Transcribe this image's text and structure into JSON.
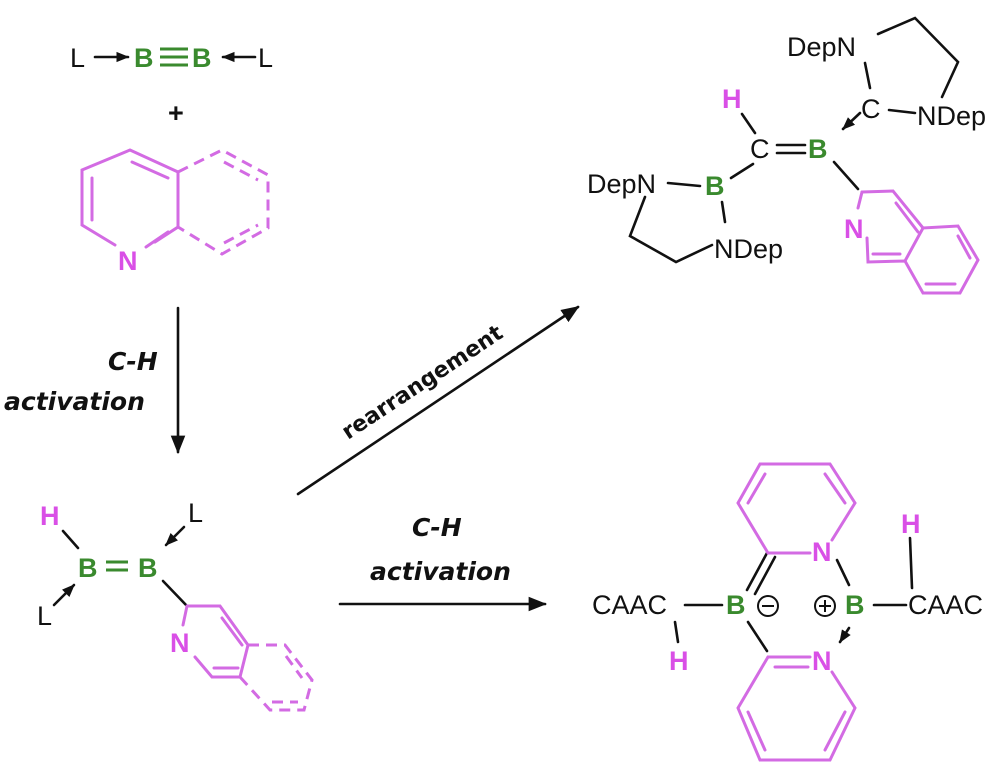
{
  "diagram": {
    "title": "C-H activation of pyridines by diborynes",
    "colors": {
      "boron": "#3a8a2e",
      "pyridine": "#d36be3",
      "bond": "#111111"
    },
    "reactant": {
      "diboryne": {
        "ligand_left": "L",
        "atom1": "B",
        "atom2": "B",
        "ligand_right": "L"
      },
      "plus": "+",
      "pyridine_N": "N"
    },
    "arrows": {
      "down": {
        "line1": "C-H",
        "line2": "activation"
      },
      "rearrangement": {
        "label": "rearrangement"
      },
      "right": {
        "line1": "C-H",
        "line2": "activation"
      }
    },
    "intermediate": {
      "H": "H",
      "B1": "B",
      "B2": "B",
      "L_top": "L",
      "L_bottom": "L",
      "N": "N"
    },
    "product_top": {
      "H": "H",
      "C": "C",
      "B_main": "B",
      "B_ring": "B",
      "DepN_left": "DepN",
      "NDep_bottom": "NDep",
      "DepN_top": "DepN",
      "C_carbene": "C",
      "NDep_right": "NDep",
      "N": "N"
    },
    "product_bottom": {
      "CAAC_left": "CAAC",
      "CAAC_right": "CAAC",
      "B_left": "B",
      "B_right": "B",
      "H_left": "H",
      "H_right": "H",
      "N_top": "N",
      "N_bottom": "N",
      "charge_minus": "−",
      "charge_plus": "+"
    }
  }
}
